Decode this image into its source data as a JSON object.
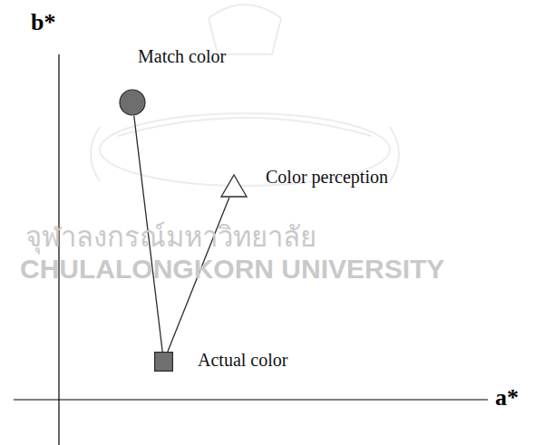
{
  "diagram": {
    "nodes": [
      {
        "text": [
          "Match color"
        ]
      },
      {
        "text": [
          "Color perception"
        ]
      },
      {
        "text": [
          "Actual color"
        ]
      }
    ],
    "edges": [
      {
        "from": 2,
        "to": 0,
        "arrow": "none"
      },
      {
        "from": 2,
        "to": 1,
        "arrow": "none"
      }
    ],
    "labels": [
      "b*",
      "a*",
      "จุฬาลงกรณ์มหาวิทยาลัย",
      "CHULALONGKORN UNIVERSITY"
    ]
  }
}
